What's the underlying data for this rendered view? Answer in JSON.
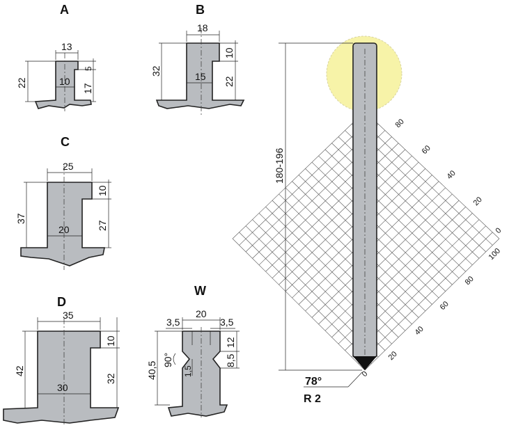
{
  "colors": {
    "part": "#b9bcc0",
    "highlight": "#f7f3a8",
    "tip": "#111111",
    "line": "#222222"
  },
  "profiles": {
    "A": {
      "title": "A",
      "dims": {
        "top": "13",
        "height": "22",
        "step": "5",
        "lower": "17",
        "neck": "10"
      }
    },
    "B": {
      "title": "B",
      "dims": {
        "top": "18",
        "step": "10",
        "height": "32",
        "neck": "15",
        "lower": "22"
      }
    },
    "C": {
      "title": "C",
      "dims": {
        "top": "25",
        "step": "10",
        "height": "37",
        "neck": "20",
        "lower": "27"
      }
    },
    "D": {
      "title": "D",
      "dims": {
        "top": "35",
        "step": "10",
        "height": "42",
        "neck": "30",
        "lower": "32"
      }
    },
    "W": {
      "title": "W",
      "dims": {
        "top": "20",
        "left_offset": "3,5",
        "right_offset": "3,5",
        "height": "40,5",
        "angle": "90°",
        "groove": "1,5",
        "upper": "12",
        "groove_pos": "8,5"
      }
    }
  },
  "punch": {
    "length": "180-196",
    "angle": "78°",
    "radius": "R 2",
    "scale_upper": [
      "0",
      "20",
      "40",
      "60",
      "80"
    ],
    "scale_lower": [
      "0",
      "20",
      "40",
      "60",
      "80",
      "100"
    ]
  }
}
